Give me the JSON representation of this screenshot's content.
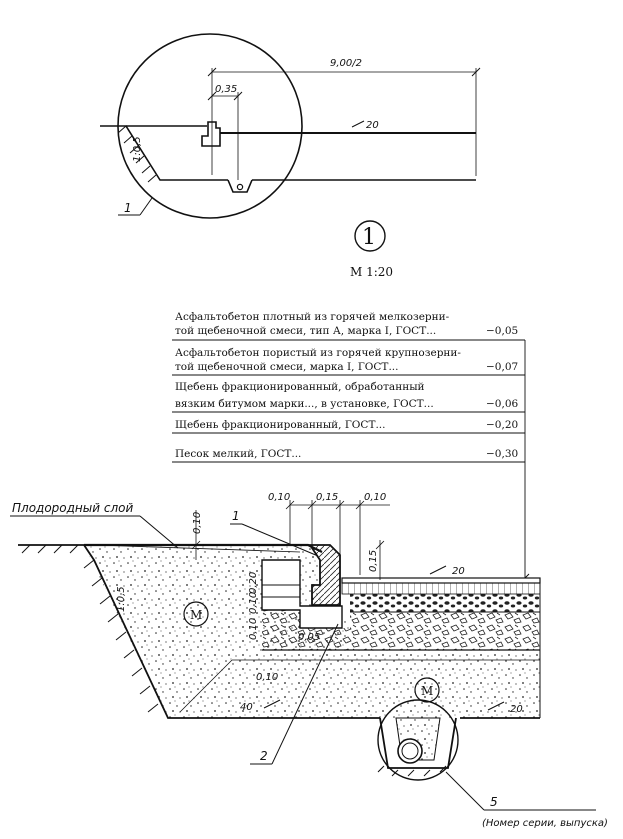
{
  "detail": {
    "callout_number": "1",
    "scale": "M 1:20",
    "dims": {
      "half_width": "9,00/2",
      "curb_offset": "0,35",
      "slope_top": "1:0,5",
      "grade_top": "20"
    },
    "leader_top": "1"
  },
  "layers": [
    {
      "line1": "Асфальтобетон плотный из горячей мелкозерни-",
      "line2": "той щебеночной смеси, тип А, марка I, ГОСТ...",
      "thickness": "−0,05"
    },
    {
      "line1": "Асфальтобетон пористый из горячей крупнозерни-",
      "line2": "той щебеночной смеси, марка I, ГОСТ...",
      "thickness": "−0,07"
    },
    {
      "line1": "Щебень фракционированный, обработанный",
      "line2": "вязким битумом марки..., в установке, ГОСТ...",
      "thickness": "−0,06"
    },
    {
      "line1": "Щебень фракционированный, ГОСТ...",
      "line2": "",
      "thickness": "−0,20"
    },
    {
      "line1": "Песок мелкий, ГОСТ...",
      "line2": "",
      "thickness": "−0,30"
    }
  ],
  "section": {
    "fertile_layer": "Плодородный слой",
    "leader_1": "1",
    "leader_2": "2",
    "leader_5": "5",
    "series_note": "(Номер серии, выпуска)",
    "soil_mark_left": "М",
    "soil_mark_right": "М",
    "dims": {
      "d010_a": "0,10",
      "d015": "0,15",
      "d010_b": "0,10",
      "d010_left": "0,10",
      "d015_v": "0,15",
      "d020": "0,20",
      "d010_c": "0,10",
      "d010_d": "0,10",
      "d005": "0,05",
      "d010_low": "0,10",
      "slope_left": "1:0,5",
      "grade_road": "20",
      "grade_bottom_left": "40",
      "grade_bottom_right": "20"
    }
  }
}
